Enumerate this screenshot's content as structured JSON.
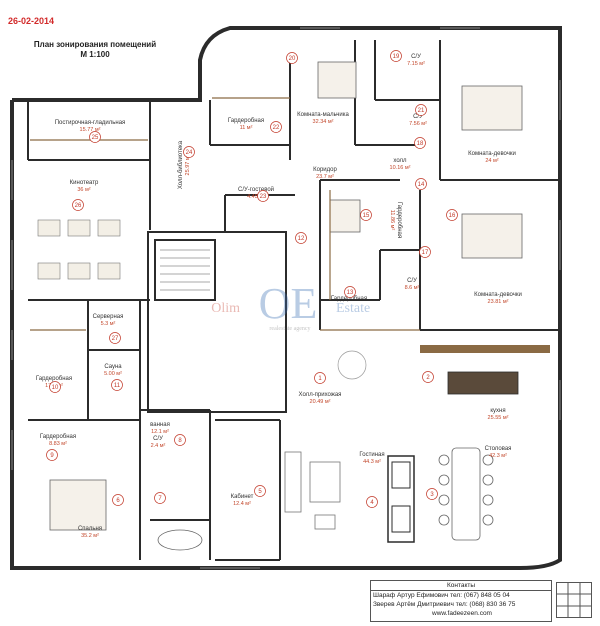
{
  "header": {
    "date": "26-02-2014",
    "title_line1": "План зонирования помещений",
    "title_line2": "М 1:100"
  },
  "rooms": [
    {
      "num": "1",
      "name": "Холл-прихожая",
      "area": "20.49 м²"
    },
    {
      "num": "2",
      "name": "кухня",
      "area": "25.55 м²"
    },
    {
      "num": "3",
      "name": "Столовая",
      "area": "42.3 м²"
    },
    {
      "num": "4",
      "name": "Гостиная",
      "area": "44.3 м²"
    },
    {
      "num": "5",
      "name": "Кабинет",
      "area": "12.4 м²"
    },
    {
      "num": "6",
      "name": "Спальня",
      "area": "35.2 м²"
    },
    {
      "num": "7",
      "name": "ванная",
      "area": "12.1 м²"
    },
    {
      "num": "8",
      "name": "С/У",
      "area": "2.4 м²"
    },
    {
      "num": "9",
      "name": "Гардеробная",
      "area": "8.83 м²"
    },
    {
      "num": "10",
      "name": "Гардеробная",
      "area": "17.3 м²"
    },
    {
      "num": "11",
      "name": "Сауна",
      "area": "5.00 м²"
    },
    {
      "num": "13",
      "name": "Гардеробная",
      "area": ""
    },
    {
      "num": "15",
      "name": "Гардеробная",
      "area": "11.86 м²"
    },
    {
      "num": "16",
      "name": "Комната-девочки",
      "area": "23.81 м²"
    },
    {
      "num": "17",
      "name": "С/У",
      "area": "8.6 м²"
    },
    {
      "num": "18",
      "name": "Комната-девочки",
      "area": "24 м²"
    },
    {
      "num": "19",
      "name": "С/У",
      "area": "7.15 м²"
    },
    {
      "num": "20",
      "name": "Комната-мальчика",
      "area": "32.34 м²"
    },
    {
      "num": "21",
      "name": "С/У",
      "area": "7.56 м²"
    },
    {
      "num": "22",
      "name": "Гардеробная",
      "area": "11 м²"
    },
    {
      "num": "23",
      "name": "С/У-гостевой",
      "area": "4.45 м²"
    },
    {
      "num": "24",
      "name": "Холл-библиотека",
      "area": "25.97 м²"
    },
    {
      "num": "25",
      "name": "Постирочная-гладильная",
      "area": "15.77 м²"
    },
    {
      "num": "26",
      "name": "Кинотеатр",
      "area": "36 м²"
    },
    {
      "num": "27",
      "name": "Серверная",
      "area": "5.3 м²"
    }
  ],
  "unlabeled_numbers": [
    "12",
    "14"
  ],
  "corridor": {
    "name": "Коридор",
    "area": "23.7 м²"
  },
  "hall": {
    "name": "холл",
    "area": "10.16 м²"
  },
  "watermark": {
    "logo": "OE",
    "text_left": "Olim",
    "text_right": "Estate",
    "sub": "realestate agency"
  },
  "contacts": {
    "heading": "Контакты",
    "person1": "Шараф Артур Ефимович",
    "phone1": "тел: (067) 848 05 04",
    "person2": "Зверев Артём Дмитриевич",
    "phone2": "тел: (068) 830 36 75",
    "site": "www.fadeezeen.com"
  },
  "colors": {
    "wall": "#2b2b2b",
    "accent": "#c23a2a",
    "wood": "#8a6a44"
  }
}
